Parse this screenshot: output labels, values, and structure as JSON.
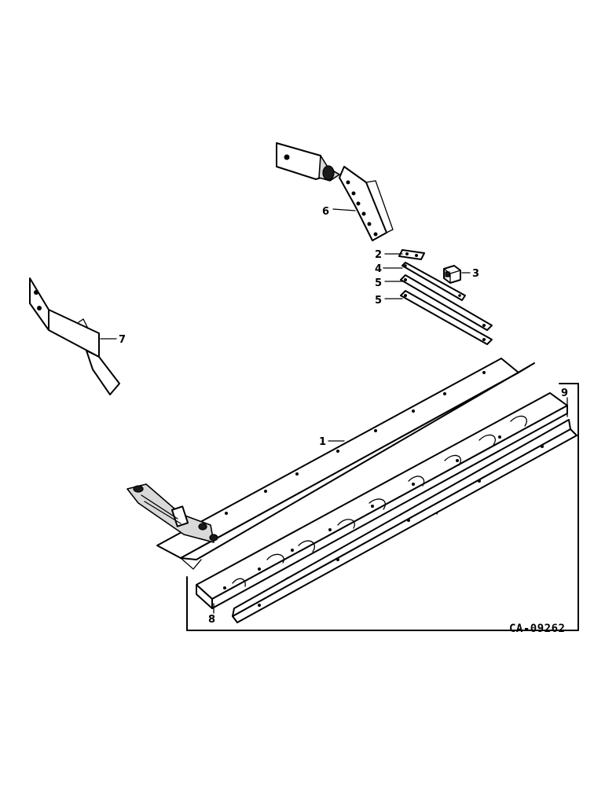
{
  "callouts": [
    {
      "id": "1",
      "text": "1"
    },
    {
      "id": "2",
      "text": "2"
    },
    {
      "id": "3",
      "text": "3"
    },
    {
      "id": "4",
      "text": "4"
    },
    {
      "id": "5a",
      "text": "5"
    },
    {
      "id": "5b",
      "text": "5"
    },
    {
      "id": "6",
      "text": "6"
    },
    {
      "id": "7",
      "text": "7"
    },
    {
      "id": "8",
      "text": "8"
    },
    {
      "id": "9",
      "text": "9"
    }
  ],
  "drawing_code": "CA-09262"
}
